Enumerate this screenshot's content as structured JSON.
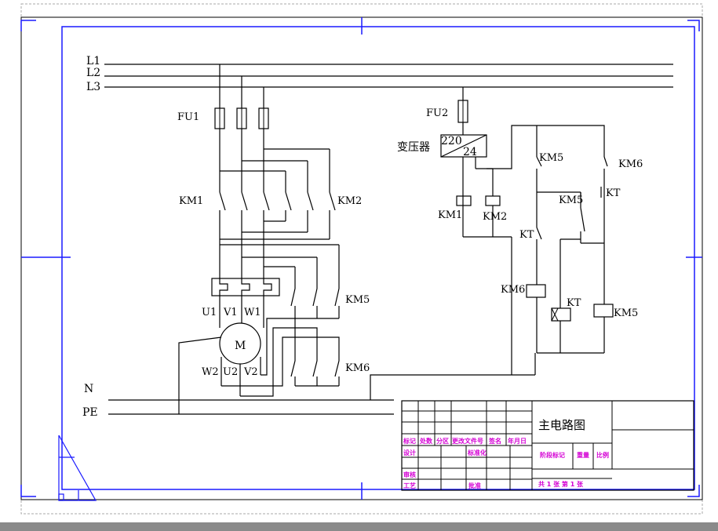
{
  "bus": {
    "l1": "L1",
    "l2": "L2",
    "l3": "L3",
    "n": "N",
    "pe": "PE"
  },
  "main": {
    "fu1": "FU1",
    "km1": "KM1",
    "km2": "KM2",
    "km5": "KM5",
    "km6": "KM6",
    "motor": "M",
    "u1": "U1",
    "v1": "V1",
    "w1": "W1",
    "w2": "W2",
    "u2": "U2",
    "v2": "V2"
  },
  "control": {
    "fu2": "FU2",
    "transformer": "变压器",
    "t_primary": "220",
    "t_secondary": "24",
    "km1_coil": "KM1",
    "km2_coil": "KM2",
    "km5_contact": "KM5",
    "km6_contact": "KM6",
    "kt_contact": "KT",
    "km5_contact2": "KM5",
    "kt_contact2": "KT",
    "km6_coil": "KM6",
    "kt_coil": "KT",
    "km5_coil": "KM5"
  },
  "title_block": {
    "title": "主电路图",
    "h_mark": "标记",
    "h_count": "处数",
    "h_zone": "分区",
    "h_docno": "更改文件号",
    "h_sign": "签名",
    "h_date": "年月日",
    "design": "设计",
    "standard": "标准化",
    "stage": "阶段标记",
    "weight": "重量",
    "scale": "比例",
    "review": "审核",
    "process": "工艺",
    "approve": "批准",
    "sheets": "共 1 张  第 1 张"
  },
  "colors": {
    "frame": "#1a1aff",
    "title_block_text": "#d400d4",
    "wire": "#000000"
  }
}
